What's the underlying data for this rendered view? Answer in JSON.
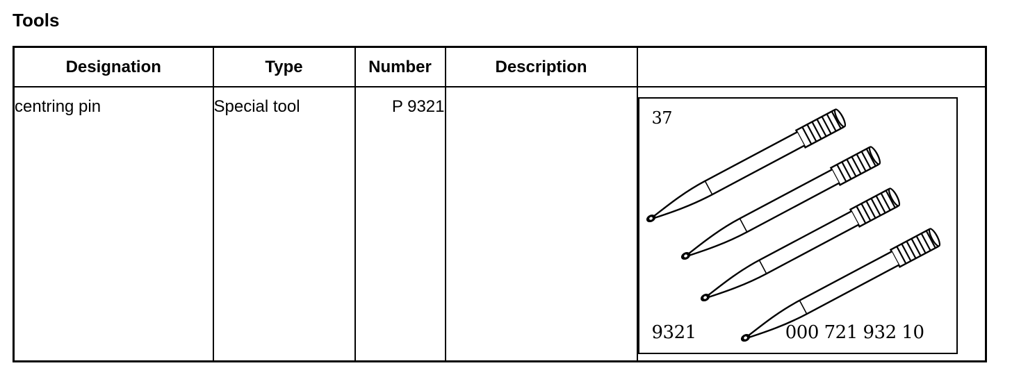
{
  "page": {
    "heading": "Tools"
  },
  "table": {
    "headers": [
      "Designation",
      "Type",
      "Number",
      "Description",
      ""
    ],
    "rows": [
      {
        "designation": "centring pin",
        "type": "Special tool",
        "number": "P 9321",
        "description": "",
        "illustration": {
          "ref": "37",
          "tool_number": "9321",
          "part_number": "000 721 932 10",
          "icon": "centring-pin-illustration-icon"
        }
      }
    ]
  }
}
